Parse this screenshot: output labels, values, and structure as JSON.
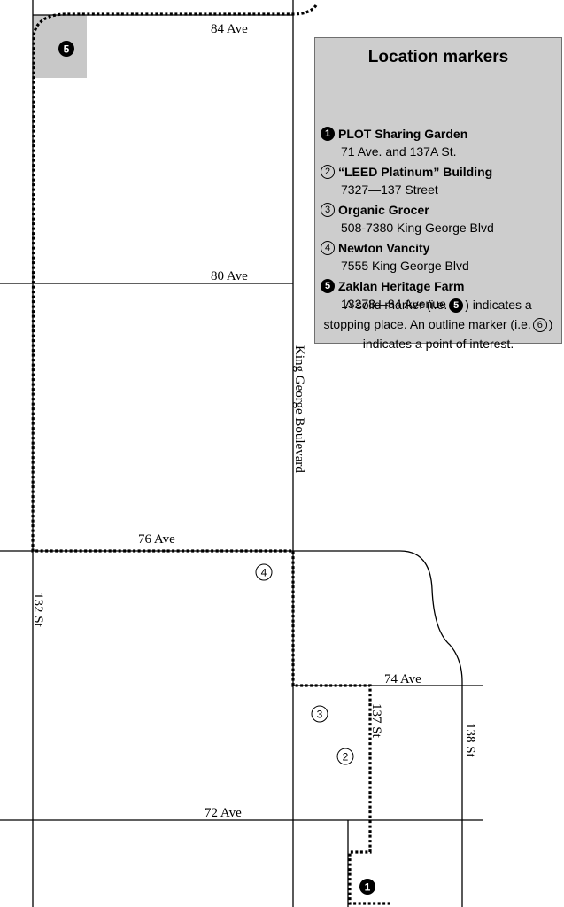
{
  "streets": {
    "ave_84": "84 Ave",
    "ave_80": "80 Ave",
    "ave_76": "76 Ave",
    "ave_74": "74 Ave",
    "ave_72": "72 Ave",
    "st_132": "132 St",
    "st_137": "137 St",
    "st_138": "138 St",
    "king_george": "King George Boulevard"
  },
  "map_markers": {
    "m1": "1",
    "m2": "2",
    "m3": "3",
    "m4": "4",
    "m5": "5"
  },
  "legend": {
    "title": "Location markers",
    "entries": [
      {
        "number": "1",
        "style": "solid",
        "name": "PLOT Sharing Garden",
        "address": "71 Ave. and 137A St."
      },
      {
        "number": "2",
        "style": "outline",
        "name": "“LEED Platinum” Building",
        "address": "7327—137 Street"
      },
      {
        "number": "3",
        "style": "outline",
        "name": "Organic Grocer",
        "address": "508-7380 King George Blvd"
      },
      {
        "number": "4",
        "style": "outline",
        "name": "Newton Vancity",
        "address": "7555 King George Blvd"
      },
      {
        "number": "5",
        "style": "solid",
        "name": "Zaklan Heritage Farm",
        "address": "13278—84 Avenue"
      }
    ],
    "note": {
      "part1": "A solid marker (i.e.",
      "solid_example": "5",
      "part2": ") indicates a stopping place. An outline marker (i.e.",
      "outline_example": "6",
      "part3": ") indicates a point of interest."
    }
  },
  "colors": {
    "road": "#000000",
    "highlight": "#c8c8c8",
    "legend_background": "#cdcdcd",
    "legend_border": "#6f6f6f"
  }
}
